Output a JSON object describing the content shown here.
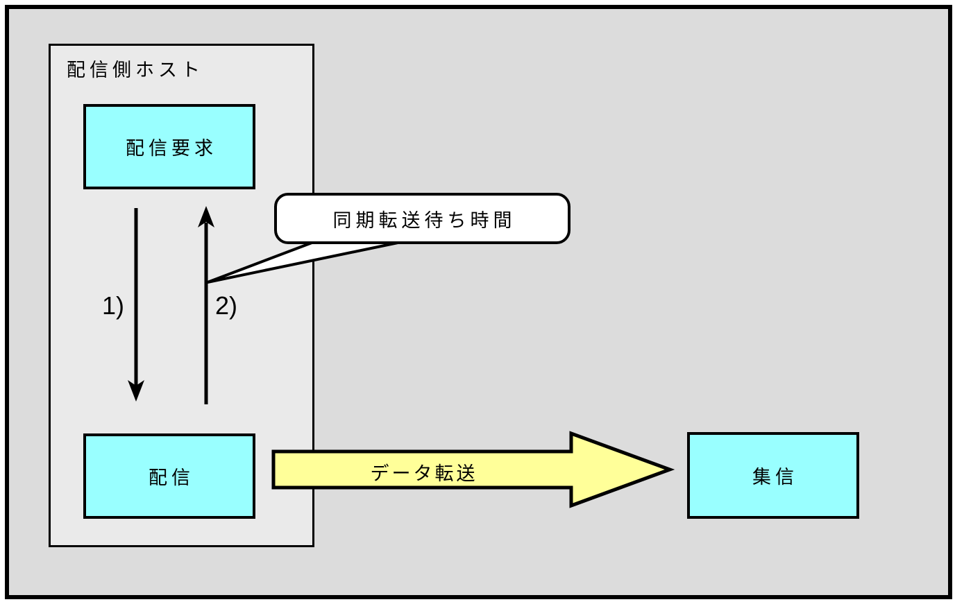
{
  "diagram": {
    "host_label": "配信側ホスト",
    "boxes": {
      "request": "配信要求",
      "send": "配信",
      "receive": "集信"
    },
    "arrows": {
      "down_label": "1)",
      "up_label": "2)",
      "data_transfer_label": "データ転送"
    },
    "callout": {
      "text": "同期転送待ち時間"
    },
    "colors": {
      "outer_background": "#dcdcdc",
      "host_background": "#eaeaea",
      "box_fill": "#99ffff",
      "data_arrow_fill": "#ffff99",
      "callout_fill": "#ffffff",
      "line": "#000000"
    }
  }
}
